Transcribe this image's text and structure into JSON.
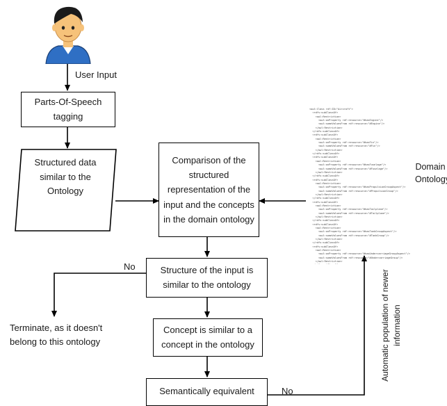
{
  "nodes": {
    "user_input": "User Input",
    "pos_tagging": "Parts-Of-Speech tagging",
    "structured_data": "Structured data similar to the Ontology",
    "comparison": "Comparison of the structured representation of the input and the concepts in the domain ontology",
    "structure_similar": "Structure of the input is similar to the ontology",
    "concept_similar": "Concept is similar to a concept in the ontology",
    "semantically_equivalent": "Semantically equivalent",
    "terminate": "Terminate, as it doesn't belong to this ontology",
    "domain_ontology": "Domain Ontology",
    "auto_population": "Automatic population of newer information"
  },
  "edge_labels": {
    "no_1": "No",
    "no_2": "No"
  },
  "ontology_xml": [
    "<owl:Class rdf:ID=\"Aircraft\">",
    "  <rdfs:subClassOf>",
    "    <owl:Restriction>",
    "      <owl:onProperty rdf:resource=\"#hasEngine\"/>",
    "      <owl:someValuesFrom rdf:resource=\"#Engine\"/>",
    "    </owl:Restriction>",
    "  </rdfs:subClassOf>",
    "  <rdfs:subClassOf>",
    "    <owl:Restriction>",
    "      <owl:onProperty rdf:resource=\"#hasFin\"/>",
    "      <owl:someValuesFrom rdf:resource=\"#Fin\"/>",
    "    </owl:Restriction>",
    "  </rdfs:subClassOf>",
    "  <rdfs:subClassOf>",
    "    <owl:Restriction>",
    "      <owl:onProperty rdf:resource=\"#hasFuselage\"/>",
    "      <owl:someValuesFrom rdf:resource=\"#Fuselage\"/>",
    "    </owl:Restriction>",
    "  </rdfs:subClassOf>",
    "  <rdfs:subClassOf>",
    "    <owl:Restriction>",
    "      <owl:onProperty rdf:resource=\"#hasPropulsionGroupAspect\"/>",
    "      <owl:someValuesFrom rdf:resource=\"#PropulsionGroup\"/>",
    "    </owl:Restriction>",
    "  </rdfs:subClassOf>",
    "  <rdfs:subClassOf>",
    "    <owl:Restriction>",
    "      <owl:onProperty rdf:resource=\"#hasTailplane\"/>",
    "      <owl:someValuesFrom rdf:resource=\"#Tailplane\"/>",
    "    </owl:Restriction>",
    "  </rdfs:subClassOf>",
    "  <rdfs:subClassOf>",
    "    <owl:Restriction>",
    "      <owl:onProperty rdf:resource=\"#hasTankGroupAspect\"/>",
    "      <owl:someValuesFrom rdf:resource=\"#TankGroup\"/>",
    "    </owl:Restriction>",
    "  </rdfs:subClassOf>",
    "  <rdfs:subClassOf>",
    "    <owl:Restriction>",
    "      <owl:onProperty rdf:resource=\"#hasUndercarriageGroupAspect\"/>",
    "      <owl:someValuesFrom rdf:resource=\"#UndercarriageGroup\"/>",
    "    </owl:Restriction>",
    "  </rdfs:subClassOf>"
  ],
  "colors": {
    "skin": "#f6c27a",
    "hair": "#1b1b1b",
    "shirt": "#2f6fc4",
    "line": "#000000"
  },
  "icons": [
    "user-avatar-icon"
  ]
}
